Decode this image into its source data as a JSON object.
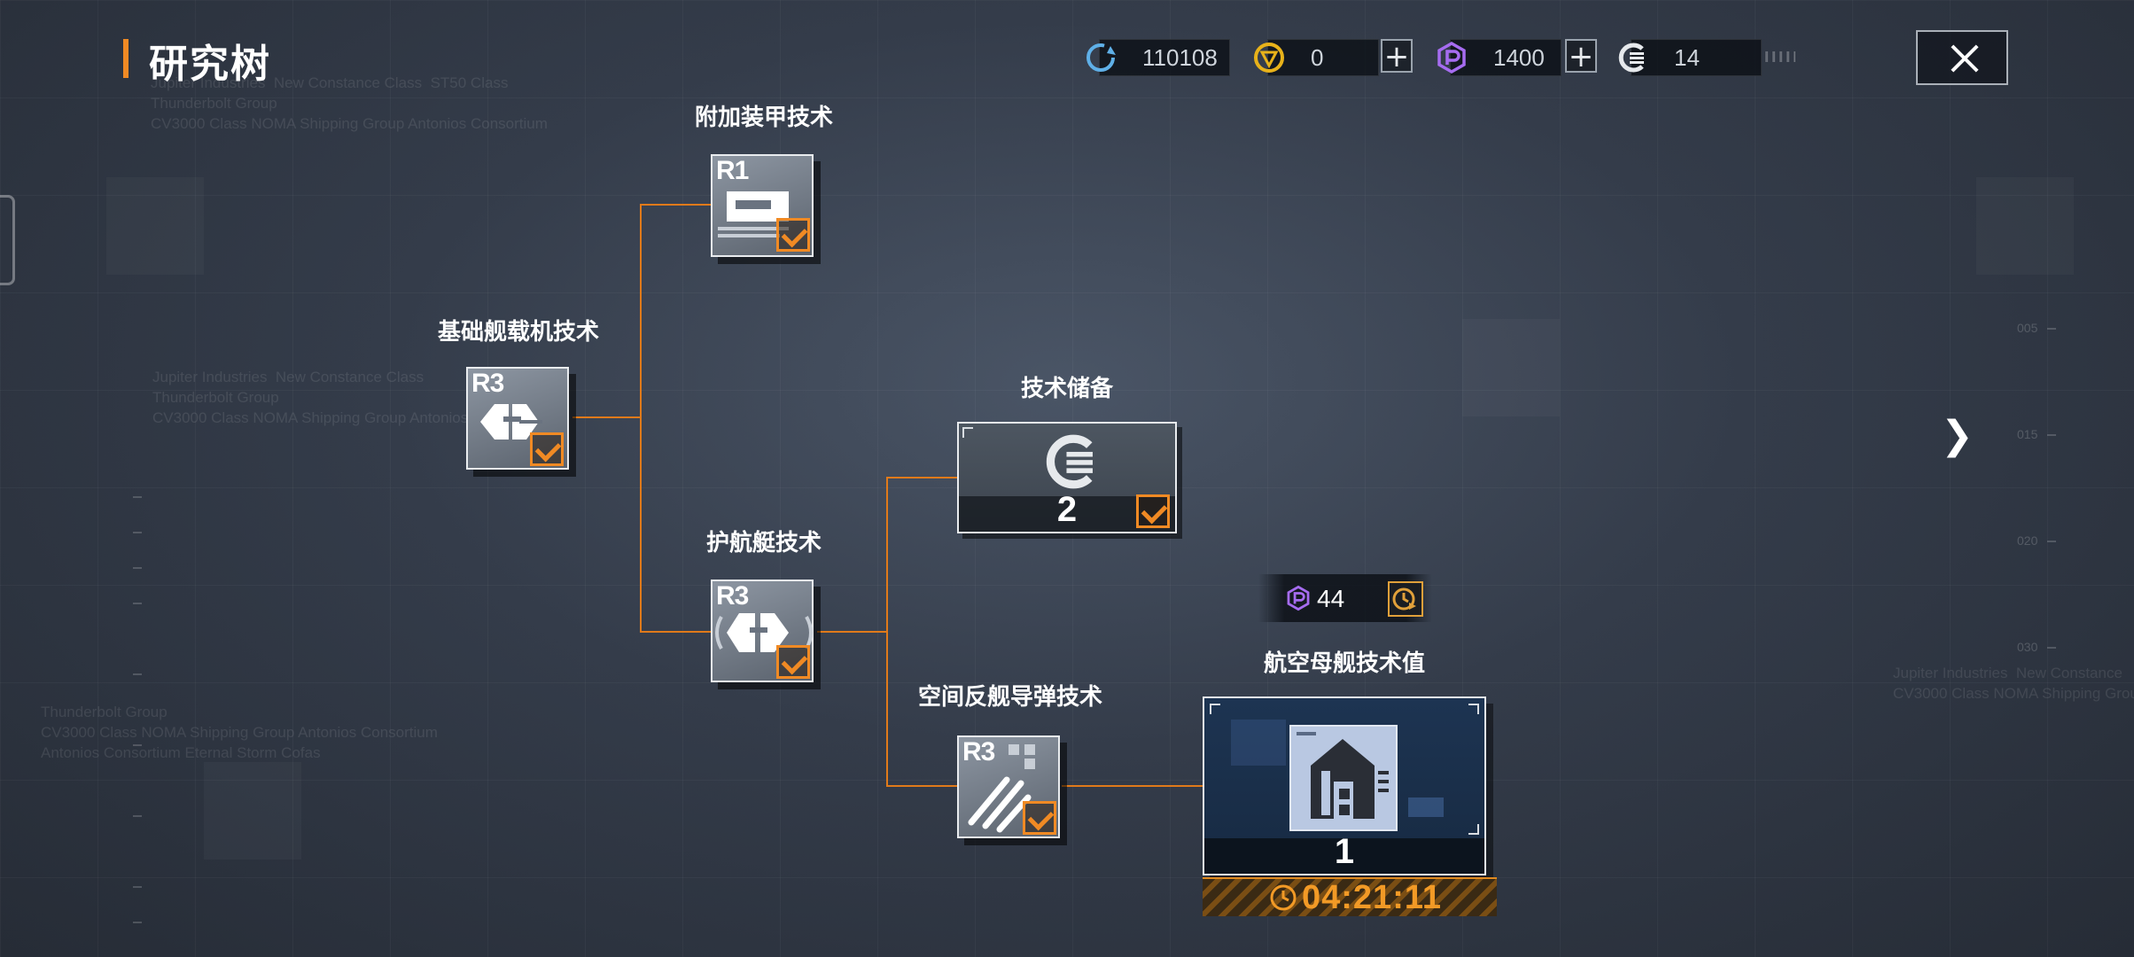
{
  "header": {
    "title": "研究树"
  },
  "resources": [
    {
      "name": "credits",
      "icon": "cycle-icon",
      "value": "110108",
      "has_plus": false
    },
    {
      "name": "gold",
      "icon": "gold-coin-icon",
      "value": "0",
      "has_plus": true
    },
    {
      "name": "premium",
      "icon": "purple-p-icon",
      "value": "1400",
      "has_plus": true
    },
    {
      "name": "tech-points",
      "icon": "tech-point-icon",
      "value": "14",
      "has_plus": false
    }
  ],
  "watermarks": [
    "Jupiter Industries  New Constance Class  ST50 Class\nThunderbolt Group\nCV3000 Class NOMA Shipping Group Antonios Consortium",
    "Jupiter Industries  New Constance Class\nThunderbolt Group\nCV3000 Class NOMA Shipping Group Antonios",
    "Thunderbolt Group\nCV3000 Class NOMA Shipping Group Antonios Consortium\nAntonios Consortium Eternal Storm Cofas",
    "Jupiter Industries  New Constance\nCV3000 Class NOMA Shipping Grou"
  ],
  "ruler_labels": [
    "005",
    "015",
    "020",
    "030"
  ],
  "tree": {
    "nodes": [
      {
        "id": "basic-carrier",
        "label": "基础舰载机技术",
        "rank": "R3",
        "completed": true,
        "icon": "fighter-pair-icon"
      },
      {
        "id": "armor",
        "label": "附加装甲技术",
        "rank": "R1",
        "completed": true,
        "icon": "armor-plate-icon"
      },
      {
        "id": "escort",
        "label": "护航艇技术",
        "rank": "R3",
        "completed": true,
        "icon": "escort-ship-icon"
      },
      {
        "id": "missile",
        "label": "空间反舰导弹技术",
        "rank": "R3",
        "completed": true,
        "icon": "missile-icon"
      }
    ],
    "reserve": {
      "label": "技术储备",
      "count": "2",
      "completed": true,
      "icon": "tech-point-icon"
    },
    "carrier_value": {
      "label": "航空母舰技术值",
      "count": "1",
      "cost": "44",
      "cost_icon": "purple-p-icon",
      "speedup_icon": "clock-fast-forward-icon",
      "timer": "04:21:11",
      "timer_icon": "clock-icon"
    }
  },
  "colors": {
    "accent": "#f08a24",
    "line": "#e07a1a",
    "premium": "#a66cf0"
  }
}
